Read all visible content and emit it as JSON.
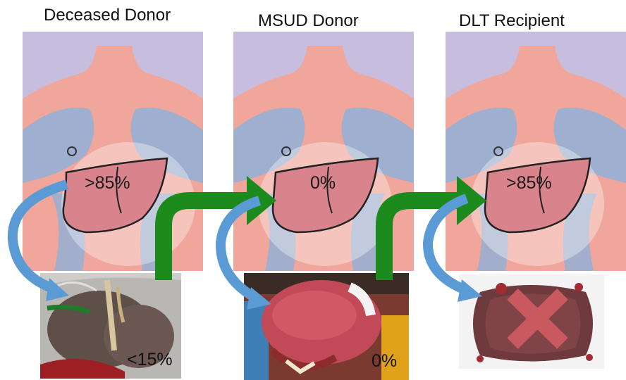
{
  "panels": [
    {
      "title": "Deceased Donor",
      "liver_percent": ">85%",
      "photo_percent": "<15%"
    },
    {
      "title": "MSUD Donor",
      "liver_percent": "0%",
      "photo_percent": "0%"
    },
    {
      "title": "DLT Recipient",
      "liver_percent": ">85%",
      "photo_percent": ""
    }
  ],
  "colors": {
    "background": "#c7bedf",
    "skin": "#f0a69a",
    "vessel_blue": "#8fb0d8",
    "liver": "#d9838c",
    "green_arrow": "#1d8a1d",
    "blue_arrow": "#5b9bd5",
    "red_x": "#c9595e"
  },
  "icons": [
    "torso-illustration",
    "liver-icon",
    "green-arrow-icon",
    "blue-arrow-icon",
    "x-mark-icon"
  ]
}
